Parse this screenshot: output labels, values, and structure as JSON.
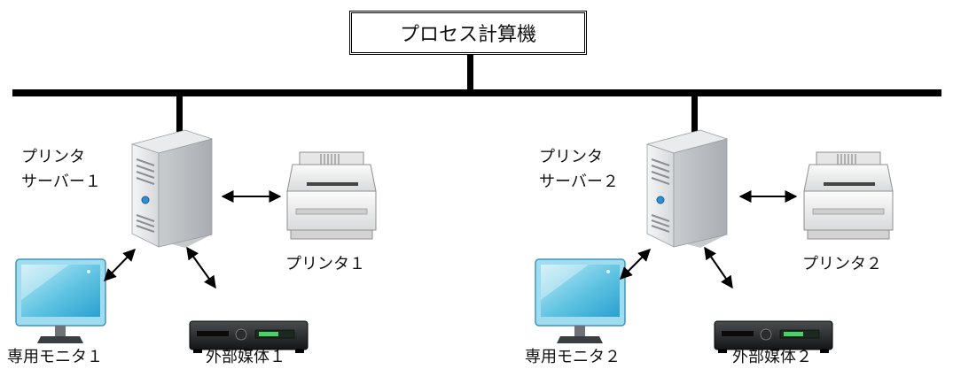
{
  "process_computer": {
    "label": "プロセス計算機"
  },
  "groups": [
    {
      "server_label_line1": "プリンタ",
      "server_label_line2": "サーバー１",
      "printer_label": "プリンタ１",
      "monitor_label": "専用モニタ１",
      "media_label": "外部媒体１"
    },
    {
      "server_label_line1": "プリンタ",
      "server_label_line2": "サーバー２",
      "printer_label": "プリンタ２",
      "monitor_label": "専用モニタ２",
      "media_label": "外部媒体２"
    }
  ]
}
